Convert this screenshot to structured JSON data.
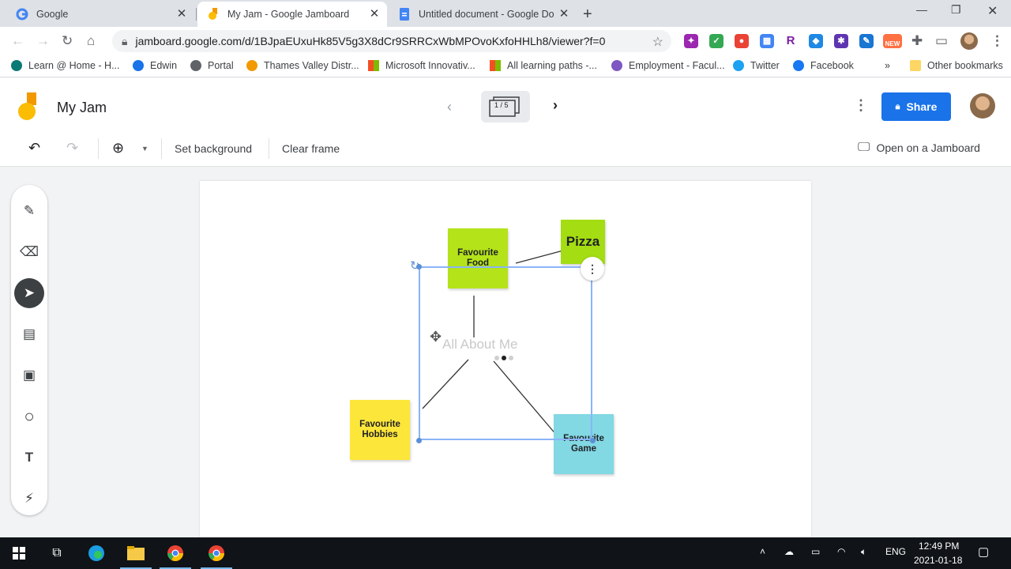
{
  "browser": {
    "tabs": [
      {
        "title": "Google",
        "active": false
      },
      {
        "title": "My Jam - Google Jamboard",
        "active": true
      },
      {
        "title": "Untitled document - Google Doc",
        "active": false
      }
    ],
    "url": "jamboard.google.com/d/1BJpaEUxuHk85V5g3X8dCr9SRRCxWbMPOvoKxfoHHLh8/viewer?f=0",
    "extension_badge": "NEW",
    "bookmarks": [
      {
        "label": "Learn @ Home - H...",
        "color": "#0b7a75"
      },
      {
        "label": "Edwin",
        "color": "#1a73e8"
      },
      {
        "label": "Portal",
        "color": "#5f6368"
      },
      {
        "label": "Thames Valley Distr...",
        "color": "#f29900"
      },
      {
        "label": "Microsoft Innovativ...",
        "color": "#f25022"
      },
      {
        "label": "All learning paths -...",
        "color": "#f25022"
      },
      {
        "label": "Employment - Facul...",
        "color": "#7e57c2"
      },
      {
        "label": "Twitter",
        "color": "#1da1f2"
      },
      {
        "label": "Facebook",
        "color": "#1877f2"
      }
    ],
    "bookmarks_overflow": "»",
    "other_bookmarks": "Other bookmarks"
  },
  "app": {
    "title": "My Jam",
    "frame_counter": "1 / 5",
    "share_label": "Share",
    "toolbar": {
      "set_background": "Set background",
      "clear_frame": "Clear frame",
      "open_on_jamboard": "Open on a Jamboard"
    },
    "tools": [
      "pen-icon",
      "eraser-icon",
      "select-icon",
      "sticky-note-icon",
      "image-icon",
      "circle-icon",
      "text-box-icon",
      "laser-icon"
    ],
    "selected_tool": "select-icon",
    "colors": {
      "accent": "#1a73e8",
      "selection": "#8ab4f8"
    }
  },
  "board": {
    "notes": {
      "food": {
        "text": "Favourite Food",
        "color": "#b4e31a"
      },
      "pizza": {
        "text": "Pizza",
        "color": "#a3dd12"
      },
      "hobbies": {
        "text": "Favourite Hobbies",
        "color": "#fde63a"
      },
      "game": {
        "text": "Favourite Game",
        "color": "#82d8e3"
      }
    },
    "center_label": "All About Me"
  },
  "taskbar": {
    "language": "ENG",
    "time": "12:49 PM",
    "date": "2021-01-18"
  }
}
